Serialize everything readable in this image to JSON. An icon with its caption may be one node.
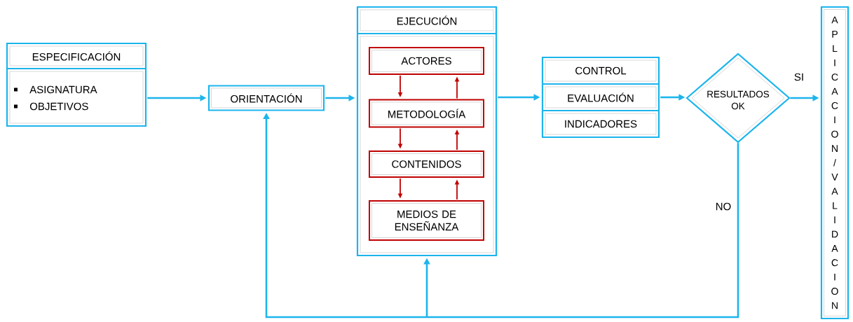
{
  "diagram": {
    "nodes": [
      {
        "text": [
          "ESPECIFICACIÓN",
          "ASIGNATURA",
          "OBJETIVOS"
        ]
      },
      {
        "text": [
          "ORIENTACIÓN"
        ]
      },
      {
        "text": [
          "EJECUCIÓN"
        ]
      },
      {
        "text": [
          "ACTORES"
        ],
        "in": 2
      },
      {
        "text": [
          "METODOLOGÍA"
        ],
        "in": 2
      },
      {
        "text": [
          "CONTENIDOS"
        ],
        "in": 2
      },
      {
        "text": [
          "MEDIOS DE ENSEÑANZA"
        ],
        "in": 2
      },
      {
        "text": [
          "CONTROL",
          "EVALUACIÓN",
          "INDICADORES"
        ]
      },
      {
        "text": [
          "RESULTADOS OK"
        ]
      },
      {
        "text": [
          "APLICACION/VALIDACION"
        ]
      }
    ],
    "edges": [
      {
        "from": 0,
        "to": 1,
        "arrow": "to"
      },
      {
        "from": 1,
        "to": 2,
        "arrow": "to"
      },
      {
        "from": 2,
        "to": 7,
        "arrow": "to"
      },
      {
        "from": 7,
        "to": 8,
        "arrow": "to"
      },
      {
        "from": 8,
        "to": 9,
        "arrow": "to",
        "label": "SI"
      },
      {
        "from": 8,
        "to": 1,
        "arrow": "to",
        "label": "NO"
      },
      {
        "from": 8,
        "to": 2,
        "arrow": "to"
      },
      {
        "from": 3,
        "to": 4,
        "arrow": "to",
        "color": "#c00000"
      },
      {
        "from": 4,
        "to": 3,
        "arrow": "to",
        "color": "#c00000"
      },
      {
        "from": 4,
        "to": 5,
        "arrow": "to",
        "color": "#c00000"
      },
      {
        "from": 5,
        "to": 4,
        "arrow": "to",
        "color": "#c00000"
      },
      {
        "from": 5,
        "to": 6,
        "arrow": "to",
        "color": "#c00000"
      },
      {
        "from": 6,
        "to": 5,
        "arrow": "to",
        "color": "#c00000"
      }
    ]
  }
}
